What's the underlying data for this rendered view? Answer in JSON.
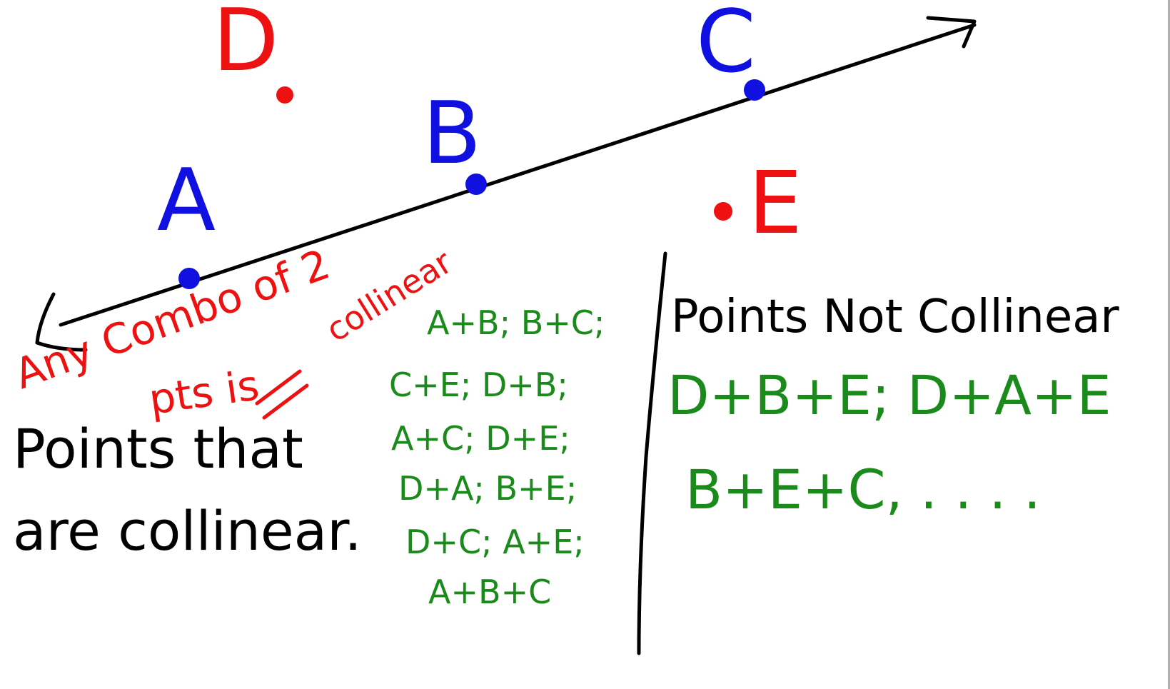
{
  "colors": {
    "background": "#ffffff",
    "ink_black": "#000000",
    "ink_blue": "#1010e0",
    "ink_red": "#ee1111",
    "ink_green": "#1a8a1a"
  },
  "points": {
    "A": "A",
    "B": "B",
    "C": "C",
    "D": "D",
    "E": "E"
  },
  "notes": {
    "any_combo_line1": "Any Combo of 2",
    "any_combo_line2": "pts is",
    "collinear_word": "collinear"
  },
  "headings": {
    "collinear_line1": "Points that",
    "collinear_line2": "are collinear.",
    "not_collinear": "Points Not Collinear"
  },
  "collinear_pairs": [
    "A+B; B+C;",
    "C+E; D+B;",
    "A+C; D+E;",
    "D+A; B+E;",
    "D+C; A+E;",
    "A+B+C"
  ],
  "not_collinear_sets": [
    "D+B+E; D+A+E",
    "B+E+C, . . . ."
  ]
}
